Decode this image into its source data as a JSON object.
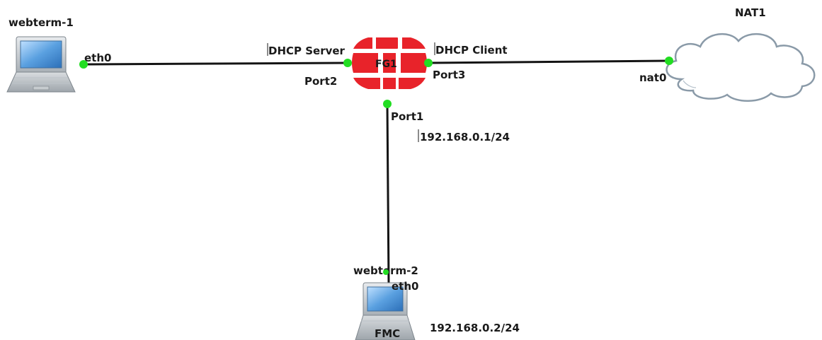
{
  "nodes": {
    "webterm1": {
      "name": "webterm-1",
      "iface": "eth0"
    },
    "firewall": {
      "name": "FG1",
      "color": "#e8232a",
      "port_left": "Port2",
      "port_right": "Port3",
      "port_bottom": "Port1",
      "left_role": "DHCP Server",
      "right_role": "DHCP Client",
      "bottom_subnet": "192.168.0.1/24"
    },
    "nat1": {
      "name": "NAT1",
      "iface": "nat0"
    },
    "webterm2": {
      "name": "webterm-2",
      "iface": "eth0",
      "caption": "FMC",
      "ip": "192.168.0.2/24"
    }
  },
  "colors": {
    "link": "#141414",
    "port_dot": "#22dd22",
    "cloud_stroke": "#8a9aa8",
    "cloud_fill": "#ffffff"
  },
  "icons": {
    "webterm1": "laptop-icon",
    "webterm2": "laptop-icon",
    "firewall": "fortigate-firewall-icon",
    "nat1": "cloud-icon"
  }
}
